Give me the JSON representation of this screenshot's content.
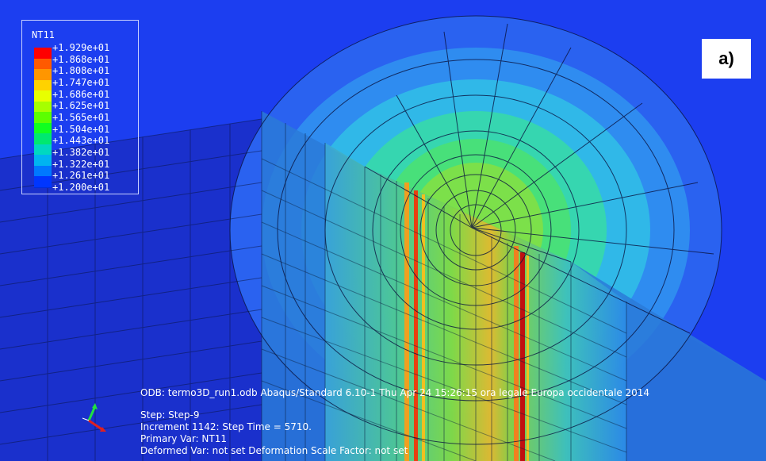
{
  "legend": {
    "title": "NT11",
    "colors": [
      "#ff0000",
      "#ff5a00",
      "#ff9600",
      "#ffd200",
      "#e8ff00",
      "#a6ff00",
      "#5cff00",
      "#10ff20",
      "#00e870",
      "#00d8c0",
      "#00b4f0",
      "#0078ff",
      "#0036ff"
    ],
    "labels": [
      "+1.929e+01",
      "+1.868e+01",
      "+1.808e+01",
      "+1.747e+01",
      "+1.686e+01",
      "+1.625e+01",
      "+1.565e+01",
      "+1.504e+01",
      "+1.443e+01",
      "+1.382e+01",
      "+1.322e+01",
      "+1.261e+01",
      "+1.200e+01"
    ]
  },
  "tag": "a)",
  "info": {
    "odb_line": "ODB: termo3D_run1.odb    Abaqus/Standard 6.10-1    Thu Apr 24 15:26:15 ora legale Europa occidentale 2014",
    "step": "Step: Step-9",
    "increment": "Increment   1142: Step Time =     5710.",
    "primary_var": "Primary Var: NT11",
    "deformed": "Deformed Var: not set   Deformation Scale Factor: not set"
  }
}
